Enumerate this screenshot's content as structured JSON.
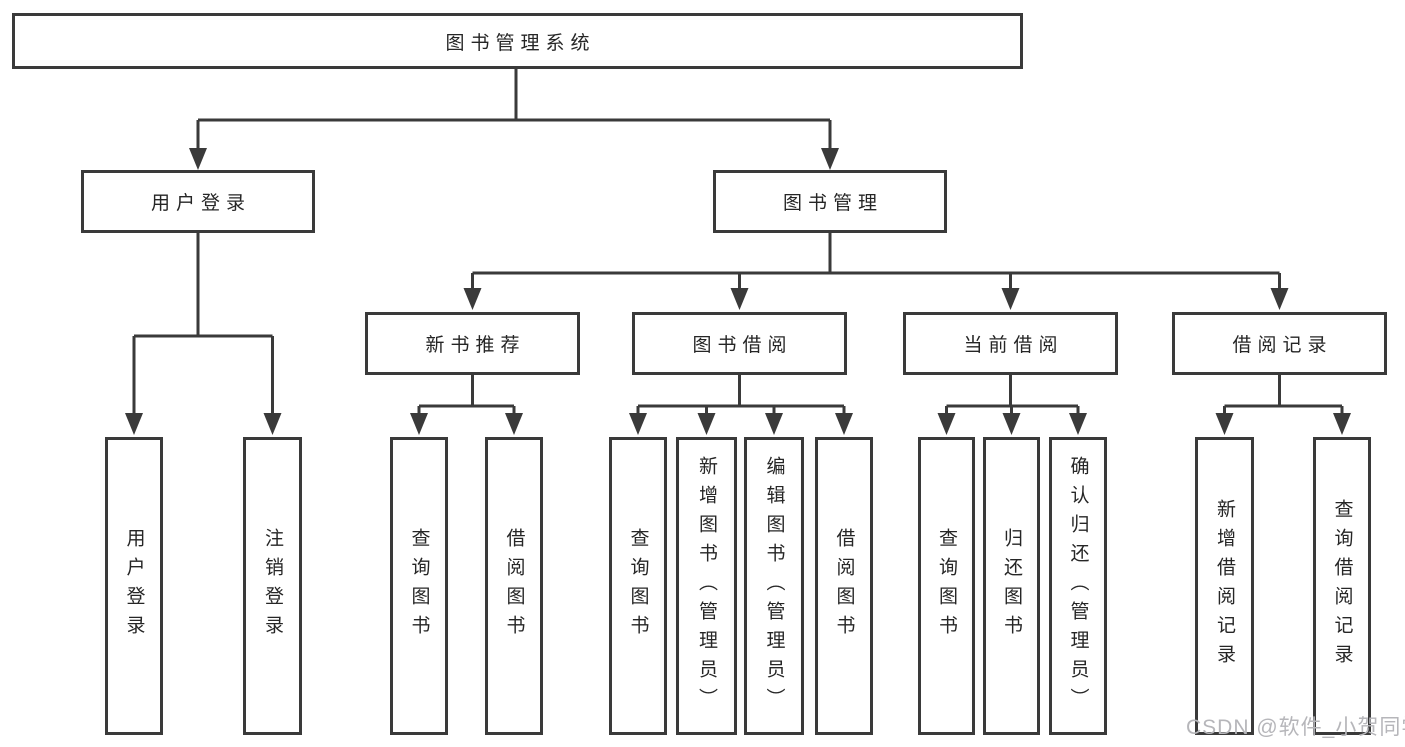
{
  "colors": {
    "line": "#3a3a3a",
    "text": "#262626",
    "wm": "#b6b6ba",
    "bg": "#ffffff"
  },
  "watermark": "CSDN @软件_小贺同学",
  "tree": {
    "label": "图书管理系统",
    "children": [
      {
        "label": "用户登录",
        "children": [
          {
            "label": "用户登录"
          },
          {
            "label": "注销登录"
          }
        ]
      },
      {
        "label": "图书管理",
        "children": [
          {
            "label": "新书推荐",
            "children": [
              {
                "label": "查询图书"
              },
              {
                "label": "借阅图书"
              }
            ]
          },
          {
            "label": "图书借阅",
            "children": [
              {
                "label": "查询图书"
              },
              {
                "label": "新增图书（管理员）"
              },
              {
                "label": "编辑图书（管理员）"
              },
              {
                "label": "借阅图书"
              }
            ]
          },
          {
            "label": "当前借阅",
            "children": [
              {
                "label": "查询图书"
              },
              {
                "label": "归还图书"
              },
              {
                "label": "确认归还（管理员）"
              }
            ]
          },
          {
            "label": "借阅记录",
            "children": [
              {
                "label": "新增借阅记录"
              },
              {
                "label": "查询借阅记录"
              }
            ]
          }
        ]
      }
    ]
  }
}
